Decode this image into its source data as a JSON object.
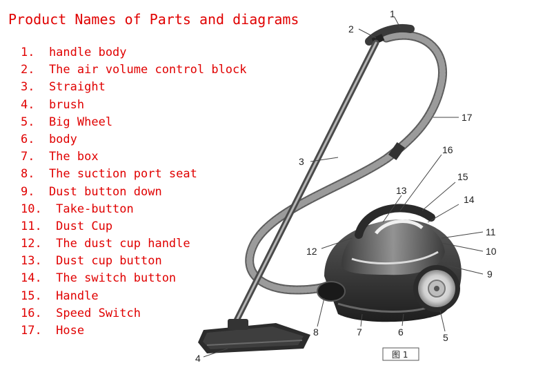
{
  "title": "Product Names of Parts and diagrams",
  "parts": [
    "1.  handle body",
    "2.  The air volume control block",
    "3.  Straight",
    "4.  brush",
    "5.  Big Wheel",
    "6.  body",
    "7.  The box",
    "8.  The suction port seat",
    "9.  Dust button down",
    "10.  Take-button",
    "11.  Dust Cup",
    "12.  The dust cup handle",
    "13.  Dust cup button",
    "14.  The switch button",
    "15.  Handle",
    "16.  Speed Switch",
    "17.  Hose"
  ],
  "callouts": [
    "1",
    "2",
    "3",
    "4",
    "5",
    "6",
    "7",
    "8",
    "9",
    "10",
    "11",
    "12",
    "13",
    "14",
    "15",
    "16",
    "17"
  ],
  "figure_label": "图 1",
  "colors": {
    "text_red": "#e00000",
    "body_dark": "#2a2a2a",
    "hose_grey": "#6e6e6e"
  }
}
